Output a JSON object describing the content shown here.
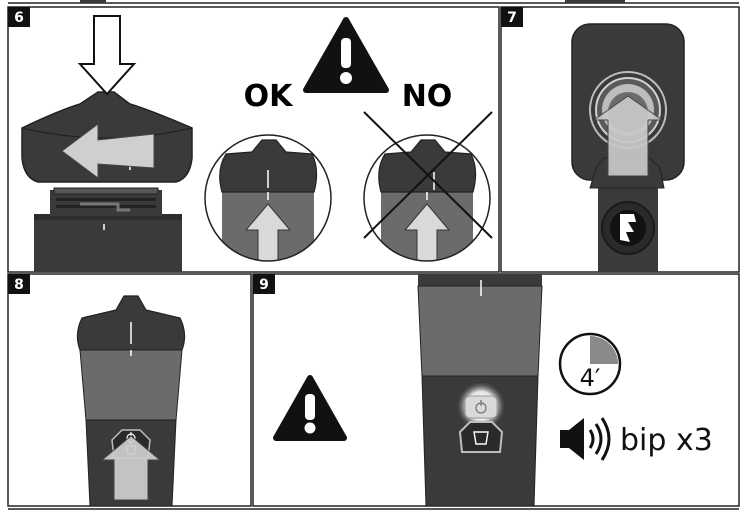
{
  "panels": {
    "p6": {
      "number": "6"
    },
    "p7": {
      "number": "7"
    },
    "p8": {
      "number": "8"
    },
    "p9": {
      "number": "9"
    }
  },
  "step6": {
    "ok_label": "OK",
    "no_label": "NO"
  },
  "step9": {
    "timer_label": "4′",
    "timer_fraction": 0.25,
    "sound_label": "bip x3"
  },
  "colors": {
    "dark": "#3a3a3a",
    "mid": "#6b6b6b",
    "light": "#bdbdbd",
    "arrow": "#d9d9d9",
    "glow": "#ececec"
  },
  "icons": {
    "warning": "warning-triangle-icon",
    "power": "power-icon",
    "cup": "cup-icon",
    "speaker": "speaker-icon",
    "timer": "timer-icon"
  }
}
